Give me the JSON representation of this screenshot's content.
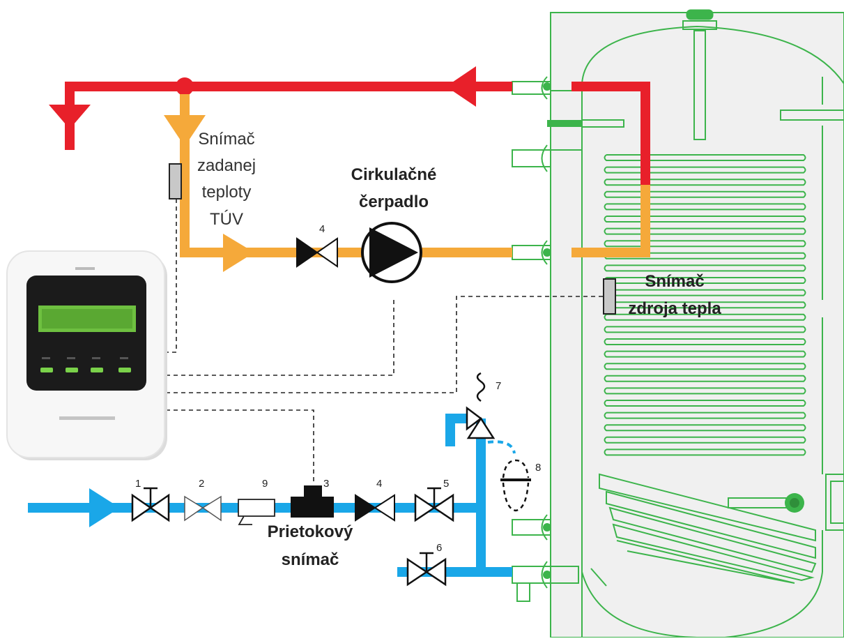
{
  "labels": {
    "dhw_sensor": [
      "Snímač",
      "zadanej",
      "teploty",
      "TÚV"
    ],
    "circulation_pump": [
      "Cirkulačné",
      "čerpadlo"
    ],
    "heat_source_sensor": [
      "Snímač",
      "zdroja tepla"
    ],
    "flow_sensor": [
      "Prietokový",
      "snímač"
    ]
  },
  "component_numbers": {
    "valve_1": "1",
    "check_valve_2": "2",
    "filter_9": "9",
    "flow_sensor_3": "3",
    "check_valve_4_top": "4",
    "check_valve_4_bottom": "4",
    "valve_5": "5",
    "valve_6": "6",
    "safety_valve_7": "7",
    "expansion_8": "8"
  },
  "colors": {
    "hot_water": "#e8202a",
    "circulation": "#f5a93a",
    "cold_water": "#1aa7e8",
    "tank_outline": "#3cb44b",
    "tank_fill": "#f0f0f0",
    "sensor": "#c8c8c8"
  },
  "icons": {
    "controller": "controller-device-icon",
    "pump": "circulation-pump-icon",
    "valve": "ball-valve-icon",
    "check_valve": "check-valve-icon",
    "filter": "filter-icon",
    "safety_valve": "safety-valve-icon",
    "expansion_vessel": "expansion-vessel-icon"
  }
}
